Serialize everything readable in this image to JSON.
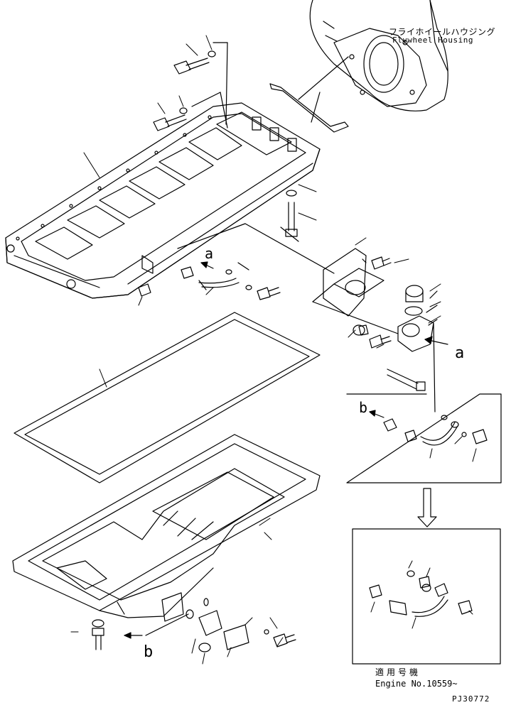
{
  "callouts": {
    "flywheel_housing_jp": "フライホイールハウジング",
    "flywheel_housing_en": "Flywheel Housing",
    "ref_a_top": "a",
    "ref_a_right": "a",
    "ref_b_inset": "b",
    "ref_b_bottom": "b"
  },
  "footer": {
    "serial_jp": "適用号機",
    "serial_en": "Engine No.10559~",
    "drawing_number": "PJ30772"
  },
  "colors": {
    "line": "#000000",
    "background": "#ffffff"
  }
}
